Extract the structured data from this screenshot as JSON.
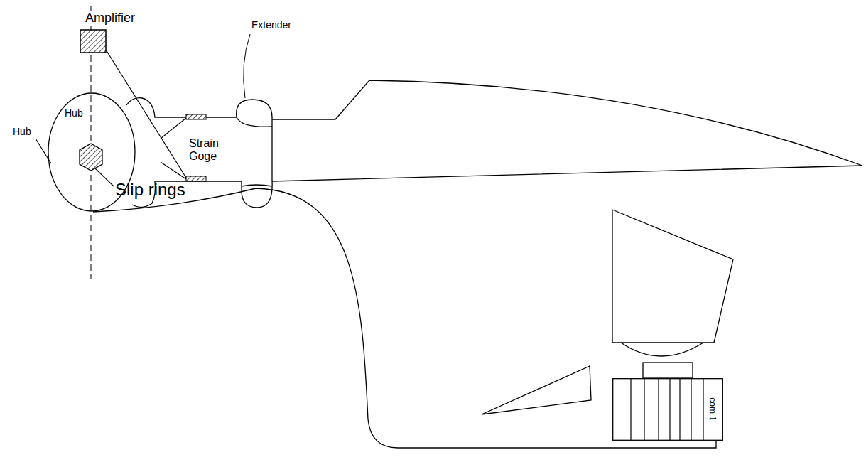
{
  "diagram": {
    "nodes": [
      {
        "text": [
          "Hub"
        ]
      },
      {
        "text": [
          "com 1"
        ]
      }
    ],
    "edges": [
      {
        "from": 0,
        "to": 1,
        "arrow": "none"
      }
    ],
    "labels": [
      "Amplifier",
      "Extender",
      "Strain Goge",
      "Hub",
      "Slip rings"
    ]
  }
}
